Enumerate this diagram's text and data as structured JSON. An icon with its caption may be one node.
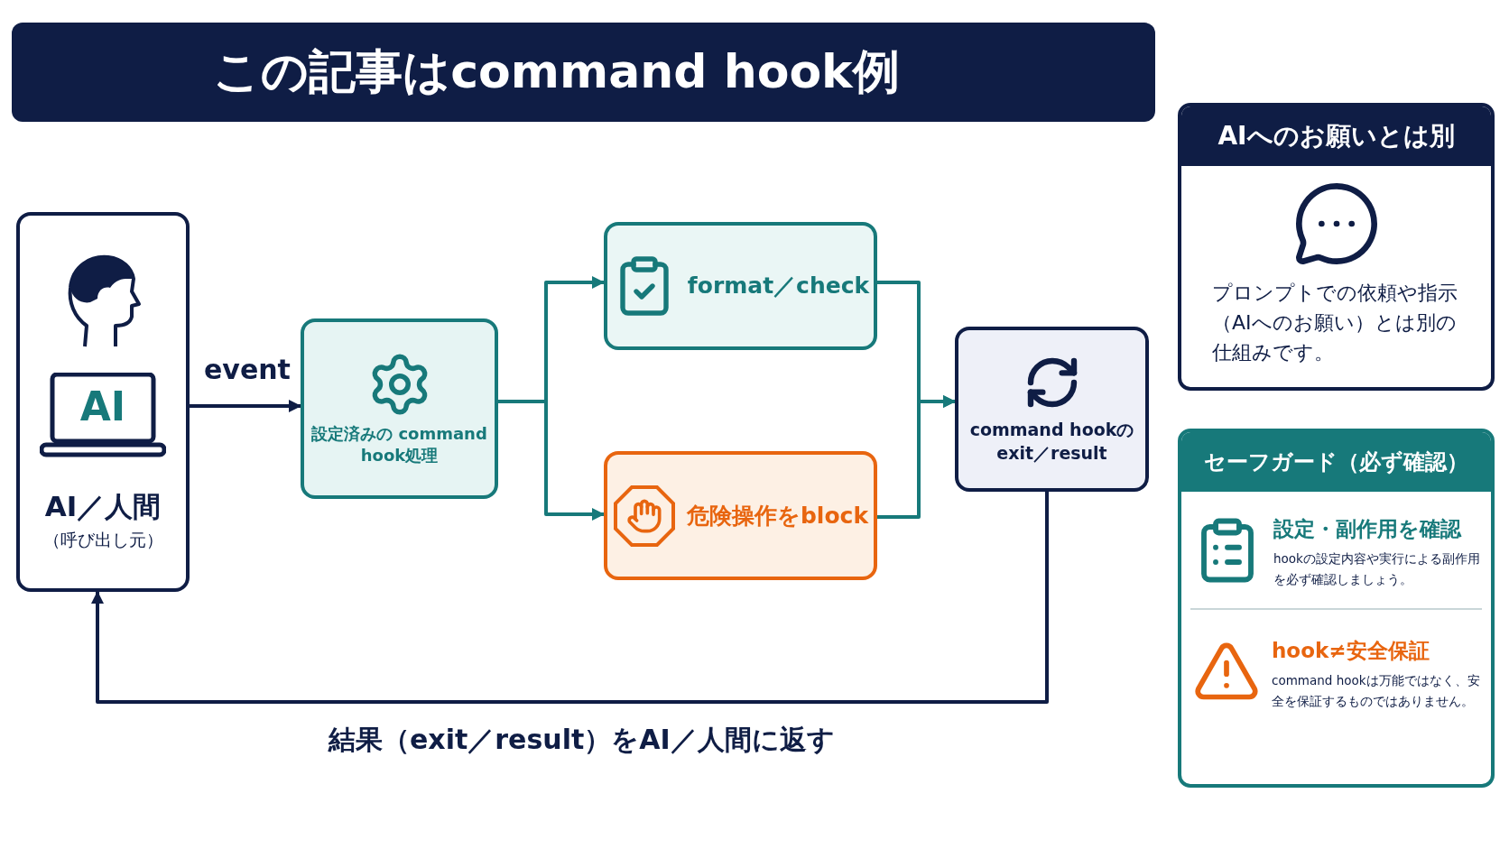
{
  "diagram": {
    "title": "この記事はcommand hook例",
    "nodes": [
      {
        "text": [
          "AI",
          "AI／人間",
          "（呼び出し元）"
        ]
      },
      {
        "text": [
          "設定済みの command hook処理"
        ]
      },
      {
        "text": [
          "format／check"
        ]
      },
      {
        "text": [
          "危険操作をblock"
        ]
      },
      {
        "text": [
          "command hookの exit／result"
        ]
      },
      {
        "text": [
          "AIへのお願いとは別",
          "プロンプトでの依頼や指示（AIへのお願い）とは別の仕組みです。"
        ]
      },
      {
        "text": [
          "セーフガード（必ず確認）",
          "設定・副作用を確認",
          "hookの設定内容や実行による副作用を必ず確認しましょう。",
          "hook≠安全保証",
          "command hookは万能ではなく、安全を保証するものではありません。"
        ]
      }
    ],
    "edges": [
      {
        "from": 0,
        "to": 1,
        "arrow": "to",
        "label": "event",
        "color": "#0f1d45"
      },
      {
        "from": 1,
        "to": 2,
        "arrow": "to"
      },
      {
        "from": 1,
        "to": 3,
        "arrow": "to"
      },
      {
        "from": 2,
        "to": 4,
        "arrow": "to"
      },
      {
        "from": 3,
        "to": 4,
        "arrow": "to"
      },
      {
        "from": 4,
        "to": 0,
        "arrow": "to",
        "label": "結果（exit／result）をAI／人間に返す",
        "color": "#0f1d45"
      }
    ]
  }
}
